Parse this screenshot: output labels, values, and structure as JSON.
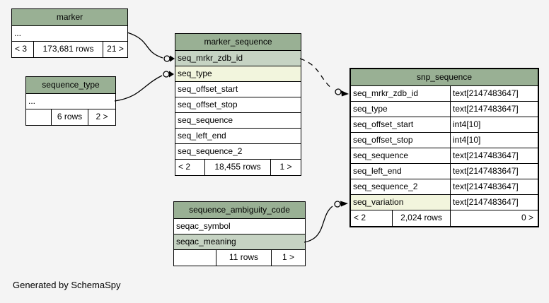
{
  "page": {
    "background": "#f4f4f4",
    "credit": "Generated by SchemaSpy"
  },
  "colors": {
    "table_header": "#99b094",
    "key_column_row": "#c6d3c3",
    "indexed_column_row": "#f2f5dd",
    "row": "#ffffff",
    "border": "#000000"
  },
  "tables": {
    "marker": {
      "title": "marker",
      "ellipsis": "...",
      "footer": {
        "left": "< 3",
        "center": "173,681 rows",
        "right": "21 >"
      }
    },
    "sequence_type": {
      "title": "sequence_type",
      "ellipsis": "...",
      "footer": {
        "left": "",
        "center": "6 rows",
        "right": "2 >"
      }
    },
    "marker_sequence": {
      "title": "marker_sequence",
      "columns": [
        {
          "name": "seq_mrkr_zdb_id",
          "style": "key"
        },
        {
          "name": "seq_type",
          "style": "indexed"
        },
        {
          "name": "seq_offset_start",
          "style": "plain"
        },
        {
          "name": "seq_offset_stop",
          "style": "plain"
        },
        {
          "name": "seq_sequence",
          "style": "plain"
        },
        {
          "name": "seq_left_end",
          "style": "plain"
        },
        {
          "name": "seq_sequence_2",
          "style": "plain"
        }
      ],
      "footer": {
        "left": "< 2",
        "center": "18,455 rows",
        "right": "1 >"
      }
    },
    "snp_sequence": {
      "title": "snp_sequence",
      "columns": [
        {
          "name": "seq_mrkr_zdb_id",
          "type": "text[2147483647]",
          "style": "plain"
        },
        {
          "name": "seq_type",
          "type": "text[2147483647]",
          "style": "plain"
        },
        {
          "name": "seq_offset_start",
          "type": "int4[10]",
          "style": "plain"
        },
        {
          "name": "seq_offset_stop",
          "type": "int4[10]",
          "style": "plain"
        },
        {
          "name": "seq_sequence",
          "type": "text[2147483647]",
          "style": "plain"
        },
        {
          "name": "seq_left_end",
          "type": "text[2147483647]",
          "style": "plain"
        },
        {
          "name": "seq_sequence_2",
          "type": "text[2147483647]",
          "style": "plain"
        },
        {
          "name": "seq_variation",
          "type": "text[2147483647]",
          "style": "indexed"
        }
      ],
      "footer": {
        "left": "< 2",
        "center": "2,024 rows",
        "right": "0 >"
      }
    },
    "sequence_ambiguity_code": {
      "title": "sequence_ambiguity_code",
      "columns": [
        {
          "name": "seqac_symbol",
          "style": "plain"
        },
        {
          "name": "seqac_meaning",
          "style": "key"
        }
      ],
      "footer": {
        "left": "",
        "center": "11 rows",
        "right": "1 >"
      }
    }
  },
  "relationships": [
    {
      "from": "marker",
      "to": "marker_sequence.seq_mrkr_zdb_id",
      "style": "solid"
    },
    {
      "from": "sequence_type",
      "to": "marker_sequence.seq_type",
      "style": "solid"
    },
    {
      "from": "marker_sequence.seq_mrkr_zdb_id",
      "to": "snp_sequence.seq_mrkr_zdb_id",
      "style": "dashed"
    },
    {
      "from": "sequence_ambiguity_code.seqac_meaning",
      "to": "snp_sequence.seq_variation",
      "style": "solid"
    }
  ]
}
